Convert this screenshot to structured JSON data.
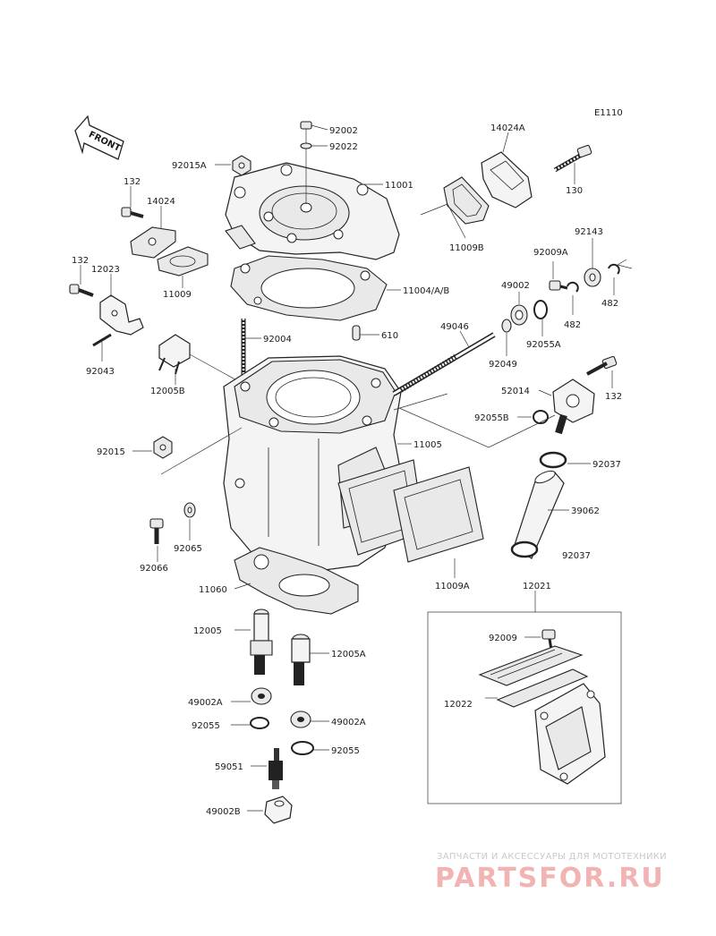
{
  "diagram_code": "E1110",
  "front_arrow": "FRONT",
  "watermark": {
    "line1": "ЗАПЧАСТИ И АКСЕССУАРЫ ДЛЯ МОТОТЕХНИКИ",
    "line2": "PARTSFOR.RU"
  },
  "labels": [
    {
      "id": "92002",
      "text": "92002"
    },
    {
      "id": "92022",
      "text": "92022"
    },
    {
      "id": "14024A",
      "text": "14024A"
    },
    {
      "id": "92015A",
      "text": "92015A"
    },
    {
      "id": "11001",
      "text": "11001"
    },
    {
      "id": "130",
      "text": "130"
    },
    {
      "id": "132a",
      "text": "132"
    },
    {
      "id": "14024",
      "text": "14024"
    },
    {
      "id": "11009B",
      "text": "11009B"
    },
    {
      "id": "132b",
      "text": "132"
    },
    {
      "id": "12023",
      "text": "12023"
    },
    {
      "id": "11009",
      "text": "11009"
    },
    {
      "id": "92009A",
      "text": "92009A"
    },
    {
      "id": "92143",
      "text": "92143"
    },
    {
      "id": "11004AB",
      "text": "11004/A/B"
    },
    {
      "id": "49002",
      "text": "49002"
    },
    {
      "id": "482a",
      "text": "482"
    },
    {
      "id": "482b",
      "text": "482"
    },
    {
      "id": "49046",
      "text": "49046"
    },
    {
      "id": "92055A",
      "text": "92055A"
    },
    {
      "id": "610",
      "text": "610"
    },
    {
      "id": "92004",
      "text": "92004"
    },
    {
      "id": "92049",
      "text": "92049"
    },
    {
      "id": "92043",
      "text": "92043"
    },
    {
      "id": "12005B",
      "text": "12005B"
    },
    {
      "id": "52014",
      "text": "52014"
    },
    {
      "id": "132c",
      "text": "132"
    },
    {
      "id": "92055B",
      "text": "92055B"
    },
    {
      "id": "11005",
      "text": "11005"
    },
    {
      "id": "92015",
      "text": "92015"
    },
    {
      "id": "92037a",
      "text": "92037"
    },
    {
      "id": "39062",
      "text": "39062"
    },
    {
      "id": "92065",
      "text": "92065"
    },
    {
      "id": "92066",
      "text": "92066"
    },
    {
      "id": "92037b",
      "text": "92037"
    },
    {
      "id": "11009A",
      "text": "11009A"
    },
    {
      "id": "11060",
      "text": "11060"
    },
    {
      "id": "12021",
      "text": "12021"
    },
    {
      "id": "12005",
      "text": "12005"
    },
    {
      "id": "92009",
      "text": "92009"
    },
    {
      "id": "12005A",
      "text": "12005A"
    },
    {
      "id": "12022",
      "text": "12022"
    },
    {
      "id": "49002A_a",
      "text": "49002A"
    },
    {
      "id": "92055_a",
      "text": "92055"
    },
    {
      "id": "49002A_b",
      "text": "49002A"
    },
    {
      "id": "92055_b",
      "text": "92055"
    },
    {
      "id": "59051",
      "text": "59051"
    },
    {
      "id": "49002B",
      "text": "49002B"
    }
  ]
}
